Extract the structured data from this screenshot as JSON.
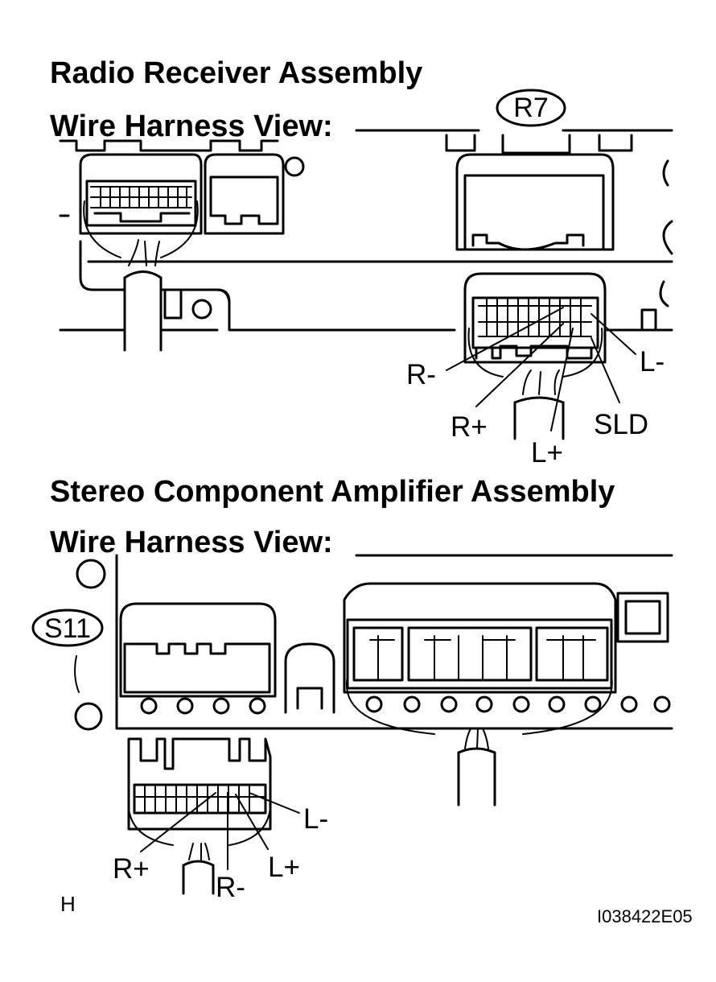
{
  "section_top": {
    "title": "Radio Receiver Assembly",
    "subtitle": "Wire Harness View:",
    "connector_code": "R7",
    "pins": {
      "r_minus": "R-",
      "r_plus": "R+",
      "l_plus": "L+",
      "l_minus": "L-",
      "sld": "SLD"
    }
  },
  "section_bottom": {
    "title": "Stereo Component Amplifier Assembly",
    "subtitle": "Wire Harness View:",
    "connector_code": "S11",
    "pins": {
      "r_plus": "R+",
      "r_minus": "R-",
      "l_plus": "L+",
      "l_minus": "L-"
    }
  },
  "corner_letter": "H",
  "figure_id": "I038422E05"
}
